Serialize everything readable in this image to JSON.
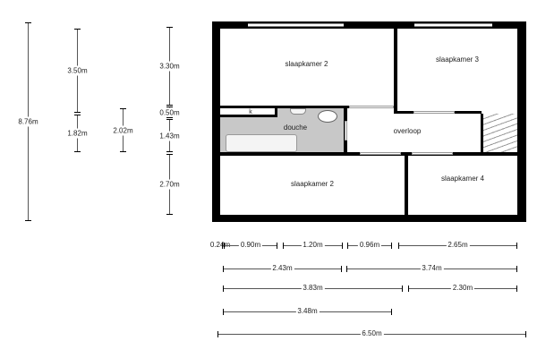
{
  "rooms": {
    "bedroom_a": "slaapkamer 2",
    "bedroom_3": "slaapkamer 3",
    "shower": "douche",
    "landing": "overloop",
    "bedroom_b": "slaapkamer 2",
    "bedroom_4": "slaapkamer 4",
    "closet": "k"
  },
  "vertical_dims": {
    "total": "8.76m",
    "a1": "3.50m",
    "a2": "1.82m",
    "b1": "2.02m",
    "c1": "3.30m",
    "c2": "0.50m",
    "c3": "1.43m",
    "c4": "2.70m"
  },
  "horizontal_dims": {
    "row1": [
      "0.24m",
      "0.90m",
      "1.20m",
      "0.96m",
      "2.65m"
    ],
    "row2": [
      "2.43m",
      "3.74m"
    ],
    "row3": [
      "3.83m",
      "2.30m"
    ],
    "row4": [
      "3.48m"
    ],
    "row5": [
      "6.50m"
    ]
  },
  "colors": {
    "wall": "#000000",
    "wet_area": "#c8c8c8"
  }
}
